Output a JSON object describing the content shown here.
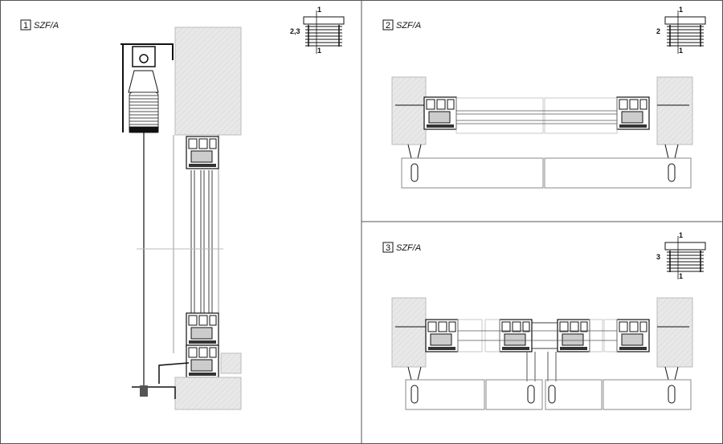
{
  "panels": [
    {
      "number": "1",
      "title": "SZF/A",
      "key": {
        "top": "1",
        "bottom": "1",
        "side": "2,3"
      }
    },
    {
      "number": "2",
      "title": "SZF/A",
      "key": {
        "top": "1",
        "bottom": "1",
        "side": "2"
      }
    },
    {
      "number": "3",
      "title": "SZF/A",
      "key": {
        "top": "1",
        "bottom": "1",
        "side": "3"
      }
    }
  ],
  "colors": {
    "line": "#111111",
    "wall": "#e6e6e6",
    "border": "#555555"
  }
}
